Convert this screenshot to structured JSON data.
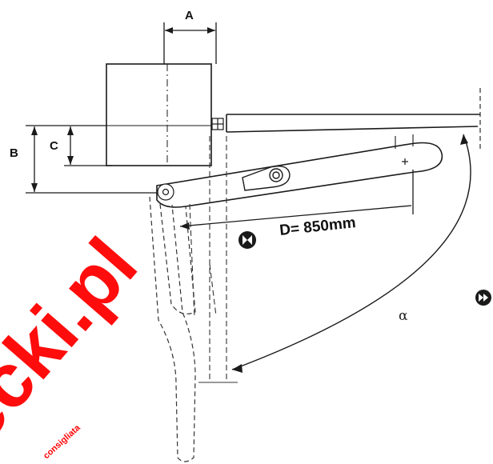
{
  "labels": {
    "dim_a": "A",
    "dim_b": "B",
    "dim_c": "C",
    "dim_d": "D= 850mm",
    "angle": "α"
  },
  "watermark": {
    "text": "ecki.pl",
    "small_text": "consigliata"
  },
  "icons": {
    "close_symbol": "close-direction-icon",
    "open_symbol": "open-direction-icon"
  },
  "colors": {
    "line": "#1a1a1a",
    "watermark": "#ff0000",
    "dashed": "#333333"
  }
}
